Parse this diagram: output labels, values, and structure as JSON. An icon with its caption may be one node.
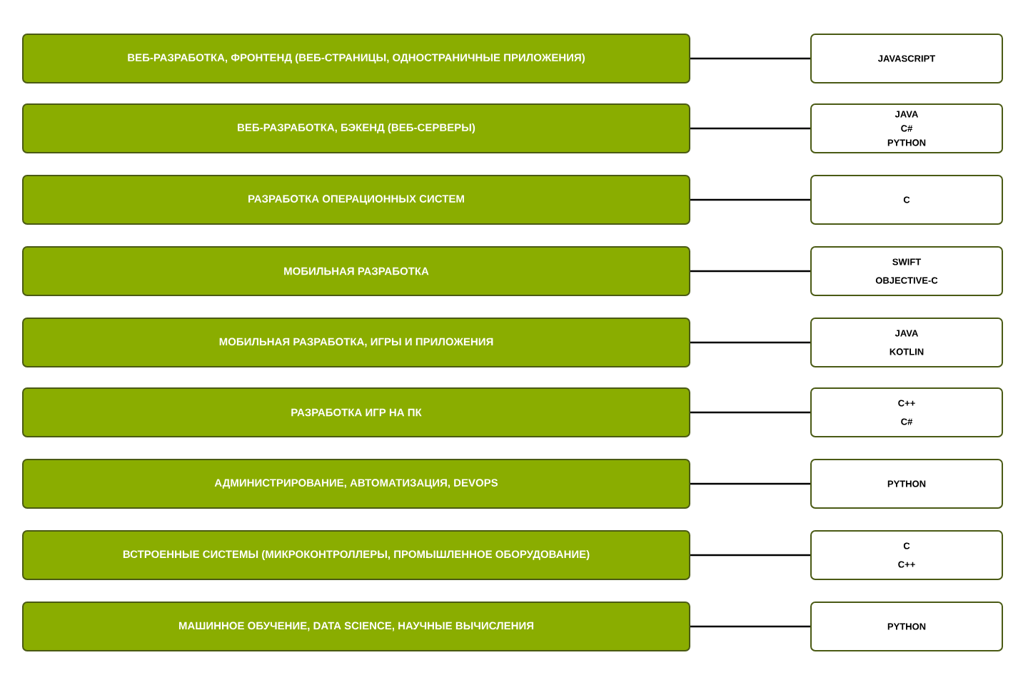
{
  "diagram": {
    "nodes": [
      {
        "text": [
          "ВЕБ-РАЗРАБОТКА,  ФРОНТЕНД  (ВЕБ-СТРАНИЦЫ, ОДНОСТРАНИЧНЫЕ ПРИЛОЖЕНИЯ)"
        ]
      },
      {
        "text": [
          "ВЕБ-РАЗРАБОТКА,  БЭКЕНД  (ВЕБ-СЕРВЕРЫ)"
        ]
      },
      {
        "text": [
          "РАЗРАБОТКА  ОПЕРАЦИОННЫХ  СИСТЕМ"
        ]
      },
      {
        "text": [
          "МОБИЛЬНАЯ  РАЗРАБОТКА"
        ]
      },
      {
        "text": [
          "МОБИЛЬНАЯ  РАЗРАБОТКА, ИГРЫ  И  ПРИЛОЖЕНИЯ"
        ]
      },
      {
        "text": [
          "РАЗРАБОТКА  ИГР  НА  ПК"
        ]
      },
      {
        "text": [
          "АДМИНИСТРИРОВАНИЕ,  АВТОМАТИЗАЦИЯ,  DEVOPS"
        ]
      },
      {
        "text": [
          "ВСТРОЕННЫЕ  СИСТЕМЫ (МИКРОКОНТРОЛЛЕРЫ,  ПРОМЫШЛЕННОЕ  ОБОРУДОВАНИЕ)"
        ]
      },
      {
        "text": [
          "МАШИННОЕ  ОБУЧЕНИЕ,  DATA SCIENCE,  НАУЧНЫЕ  ВЫЧИСЛЕНИЯ"
        ]
      },
      {
        "text": [
          "JAVASCRIPT"
        ]
      },
      {
        "text": [
          "JAVA",
          "C#",
          "PYTHON"
        ]
      },
      {
        "text": [
          "C"
        ]
      },
      {
        "text": [
          "SWIFT",
          "OBJECTIVE-C"
        ]
      },
      {
        "text": [
          "JAVA",
          "KOTLIN"
        ]
      },
      {
        "text": [
          "C++",
          "C#"
        ]
      },
      {
        "text": [
          "PYTHON"
        ]
      },
      {
        "text": [
          "C",
          "C++"
        ]
      },
      {
        "text": [
          "PYTHON"
        ]
      }
    ],
    "edges": [
      {
        "from": 0,
        "to": 9,
        "arrow": "none"
      },
      {
        "from": 1,
        "to": 10,
        "arrow": "none"
      },
      {
        "from": 2,
        "to": 11,
        "arrow": "none"
      },
      {
        "from": 3,
        "to": 12,
        "arrow": "none"
      },
      {
        "from": 4,
        "to": 13,
        "arrow": "none"
      },
      {
        "from": 5,
        "to": 14,
        "arrow": "none"
      },
      {
        "from": 6,
        "to": 15,
        "arrow": "none"
      },
      {
        "from": 7,
        "to": 16,
        "arrow": "none"
      },
      {
        "from": 8,
        "to": 17,
        "arrow": "none"
      }
    ]
  }
}
